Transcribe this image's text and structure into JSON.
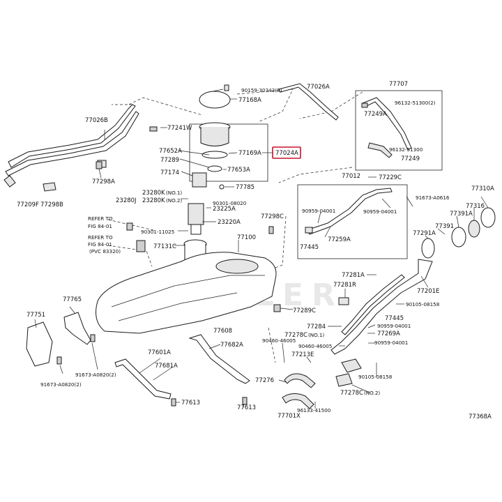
{
  "watermark": "KOOLER",
  "diagram_code": "77368A",
  "highlight_part": "77024A",
  "labels": {
    "p77026A": "77026A",
    "p90159": "90159-30343(8)",
    "p77168A": "77168A",
    "p77707": "77707",
    "p96132a": "96132-51300(2)",
    "p77249A": "77249A",
    "p96132b": "96132-51300",
    "p77249": "77249",
    "p77026B": "77026B",
    "p77241W": "77241W",
    "p77652A": "77652A",
    "p77169A": "77169A",
    "p77024A": "77024A",
    "p77289": "77289",
    "p77653A": "77653A",
    "p77174": "77174",
    "p77298A": "77298A",
    "p77209F": "77209F",
    "p77298B": "77298B",
    "p77785": "77785",
    "p77012": "77012",
    "p77229C": "77229C",
    "p91673a": "91673-A0616",
    "p77310A": "77310A",
    "p77316": "77316",
    "p77391A": "77391A",
    "p23280K1": "23280K",
    "p23280K1n": "(NO.1)",
    "p23280J": "23280J",
    "p23280K2": "23280K",
    "p23280K2n": "(NO.2)",
    "p90301a": "90301-08020",
    "p23225A": "23225A",
    "p90959a": "90959-04001",
    "p90959b": "90959-04001",
    "p77298C": "77298C",
    "refer1a": "REFER TO",
    "refer1b": "FIG 84-01",
    "p23220A": "23220A",
    "p90301b": "90301-11025",
    "p77391": "77391",
    "p77291A": "77291A",
    "refer2a": "REFER TO",
    "refer2b": "FIG 84-01",
    "refer2c": "(PVC 83320)",
    "p77131C": "77131C",
    "p77100": "77100",
    "p77445a": "77445",
    "p77259A": "77259A",
    "p77281A": "77281A",
    "p77281R": "77281R",
    "p77201E": "77201E",
    "p90105a": "90105-08158",
    "p77765": "77765",
    "p77751": "77751",
    "p77289C": "77289C",
    "p77284": "77284",
    "p90959c": "90959-04001",
    "p77278C1": "77278C",
    "p77278C1n": "(NO.1)",
    "p77269A": "77269A",
    "p90460a": "90460-46005",
    "p90460b": "90460-46005",
    "p77445b": "77445",
    "p90959d": "90959-04001",
    "p77608": "77608",
    "p77682A": "77682A",
    "p77601A": "77601A",
    "p77681A": "77681A",
    "p77213E": "77213E",
    "p91673b": "91673-A0820(2)",
    "p91673c": "91673-A0820(2)",
    "p77276": "77276",
    "p90105b": "90105-08158",
    "p77278C2": "77278C",
    "p77278C2n": "(NO.2)",
    "p77613a": "77613",
    "p77613b": "77613",
    "p96133": "96133-41500",
    "p77701X": "77701X"
  }
}
